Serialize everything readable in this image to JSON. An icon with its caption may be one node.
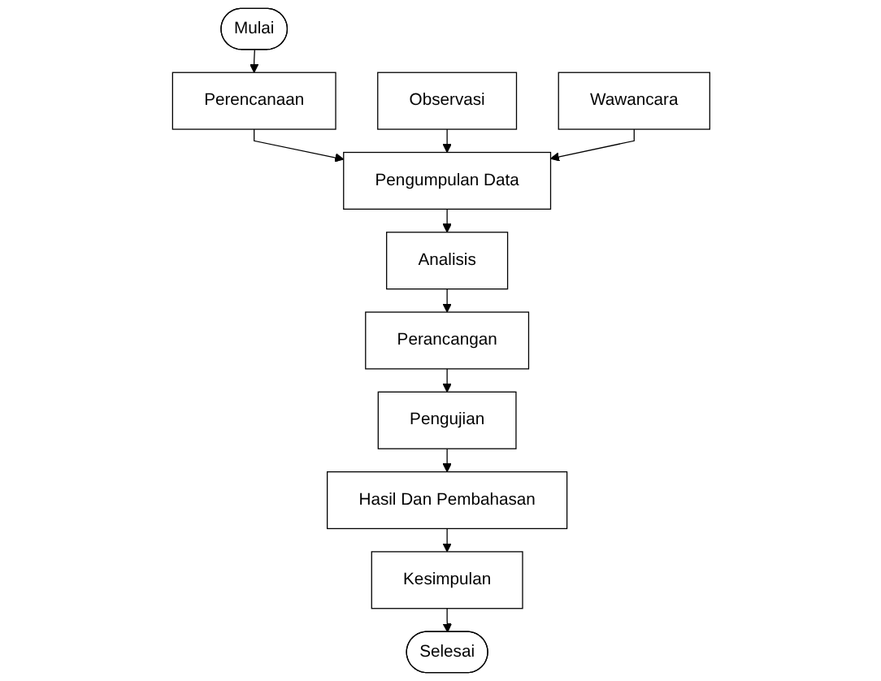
{
  "diagram": {
    "nodes": [
      {
        "text": [
          "Mulai"
        ]
      },
      {
        "text": [
          "Perencanaan"
        ]
      },
      {
        "text": [
          "Observasi"
        ]
      },
      {
        "text": [
          "Pengumpulan Data"
        ]
      },
      {
        "text": [
          "Wawancara"
        ]
      },
      {
        "text": [
          "Analisis"
        ]
      },
      {
        "text": [
          "Perancangan"
        ]
      },
      {
        "text": [
          "Pengujian"
        ]
      },
      {
        "text": [
          "Hasil Dan Pembahasan"
        ]
      },
      {
        "text": [
          "Kesimpulan"
        ]
      },
      {
        "text": [
          "Selesai"
        ]
      }
    ],
    "edges": [
      {
        "from": 0,
        "to": 1,
        "arrow": "to"
      },
      {
        "from": 1,
        "to": 3,
        "arrow": "to"
      },
      {
        "from": 2,
        "to": 3,
        "arrow": "to"
      },
      {
        "from": 4,
        "to": 3,
        "arrow": "to"
      },
      {
        "from": 3,
        "to": 5,
        "arrow": "to"
      },
      {
        "from": 5,
        "to": 6,
        "arrow": "to"
      },
      {
        "from": 6,
        "to": 7,
        "arrow": "to"
      },
      {
        "from": 7,
        "to": 8,
        "arrow": "to"
      },
      {
        "from": 8,
        "to": 9,
        "arrow": "to"
      },
      {
        "from": 9,
        "to": 10,
        "arrow": "to"
      }
    ]
  }
}
